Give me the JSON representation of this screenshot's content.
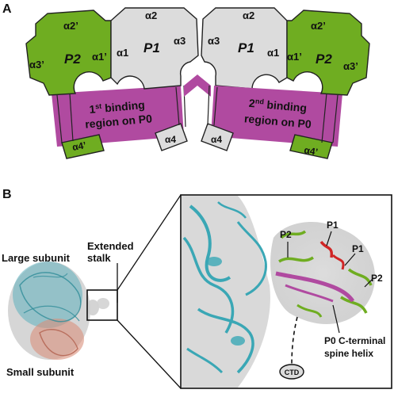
{
  "panel_a": {
    "letter": "A",
    "left": {
      "p2_label": "P2",
      "p2_a2": "α2’",
      "p2_a3": "α3’",
      "p2_a1": "α1’",
      "p2_a4": "α4’",
      "p1_label": "P1",
      "p1_a2": "α2",
      "p1_a1": "α1",
      "p1_a3": "α3",
      "p1_a4": "α4",
      "region_line1": "1",
      "region_sup": "st",
      "region_line1_rest": " binding",
      "region_line2": "region on P0"
    },
    "right": {
      "p1_label": "P1",
      "p1_a2": "α2",
      "p1_a3": "α3",
      "p1_a1": "α1",
      "p1_a4": "α4",
      "p2_label": "P2",
      "p2_a2": "α2’",
      "p2_a1": "α1’",
      "p2_a3": "α3’",
      "p2_a4": "α4’",
      "region_line1": "2",
      "region_sup": "nd",
      "region_line1_rest": " binding",
      "region_line2": "region on P0"
    }
  },
  "panel_b": {
    "letter": "B",
    "label_large": "Large subunit",
    "label_small": "Small subunit",
    "label_stalk_1": "Extended",
    "label_stalk_2": "stalk",
    "zoom": {
      "label_p2_top": "P2",
      "label_p1_top": "P1",
      "label_p1_right": "P1",
      "label_p2_right": "P2",
      "label_ctd": "CTD",
      "label_spine_1": "P0 C-terminal",
      "label_spine_2": "spine helix"
    }
  },
  "colors": {
    "green": "#6fad21",
    "grey": "#dcdcdc",
    "magenta": "#b04aa0",
    "cyan": "#3aa7b5",
    "salmon": "#c97b6a",
    "red": "#d02525"
  }
}
